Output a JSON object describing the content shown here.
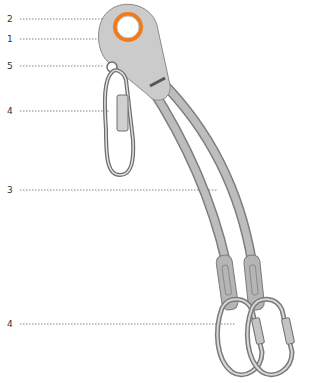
{
  "diagram": {
    "labels": [
      "2",
      "1",
      "5",
      "4",
      "3",
      "4"
    ]
  }
}
